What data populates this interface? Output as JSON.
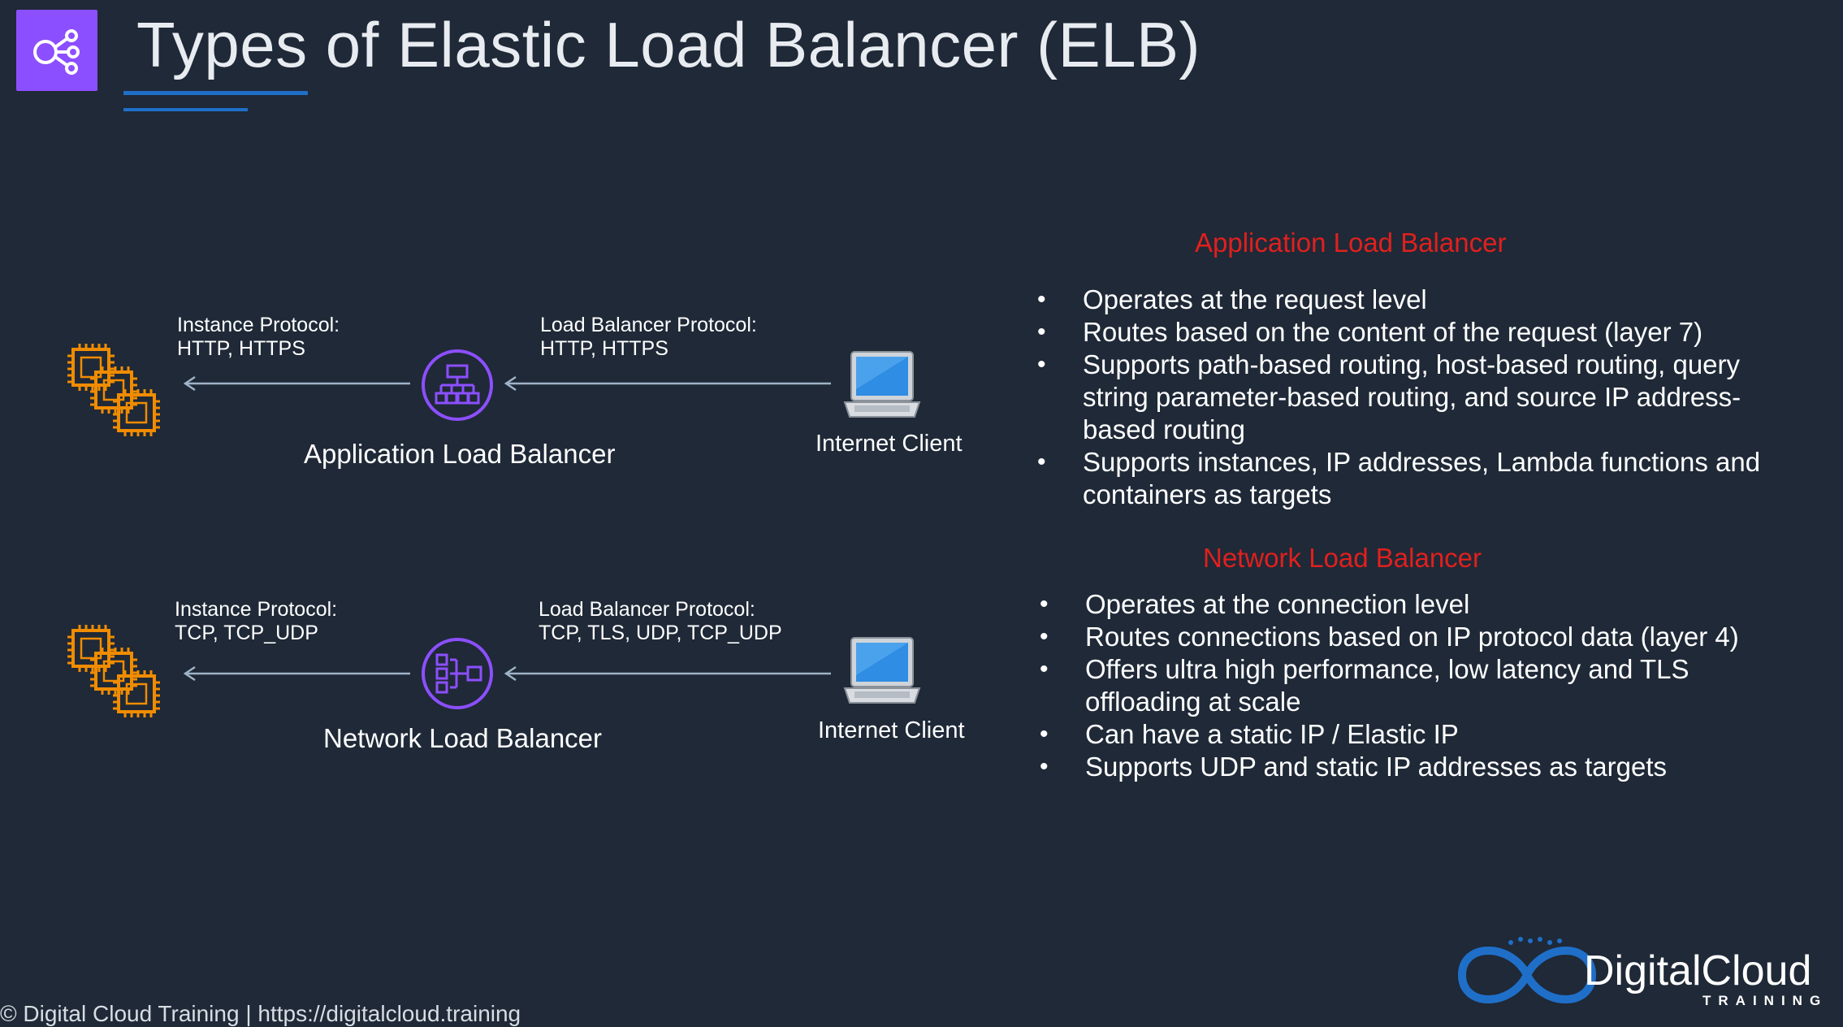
{
  "header": {
    "title": "Types of Elastic Load Balancer (ELB)",
    "logo_icon": "elb-icon",
    "accent_color": "#8c4fff",
    "underline_color": "#1f6fc9"
  },
  "diagram": {
    "alb_row": {
      "instance_protocol_label": "Instance Protocol:",
      "instance_protocol_value": "HTTP, HTTPS",
      "lb_protocol_label": "Load Balancer Protocol:",
      "lb_protocol_value": "HTTP, HTTPS",
      "balancer_caption": "Application Load Balancer",
      "client_caption": "Internet Client",
      "targets_icon": "ec2-instances-icon",
      "balancer_icon": "application-load-balancer-icon",
      "client_icon": "laptop-icon"
    },
    "nlb_row": {
      "instance_protocol_label": "Instance Protocol:",
      "instance_protocol_value": "TCP, TCP_UDP",
      "lb_protocol_label": "Load Balancer Protocol:",
      "lb_protocol_value": "TCP, TLS, UDP, TCP_UDP",
      "balancer_caption": "Network Load Balancer",
      "client_caption": "Internet Client",
      "targets_icon": "ec2-instances-icon",
      "balancer_icon": "network-load-balancer-icon",
      "client_icon": "laptop-icon"
    },
    "colors": {
      "ec2": "#f08c00",
      "balancer": "#8c4fff",
      "arrow": "#9fb3c8"
    }
  },
  "alb_section": {
    "title": "Application Load Balancer",
    "bullets": [
      "Operates at the request level",
      "Routes based on the content of the request (layer 7)",
      "Supports path-based routing, host-based routing, query string parameter-based routing, and source IP address-based routing",
      "Supports instances, IP addresses, Lambda functions and containers as targets"
    ]
  },
  "nlb_section": {
    "title": "Network Load Balancer",
    "bullets": [
      "Operates at the connection level",
      "Routes connections based on IP protocol data (layer 4)",
      "Offers ultra high performance, low latency and TLS offloading at scale",
      "Can have a static IP / Elastic IP",
      "Supports UDP and static IP addresses as targets"
    ]
  },
  "section_title_color": "#e0201e",
  "bullet_char": "•",
  "footer": {
    "copyright": "© Digital Cloud Training | https://digitalcloud.training"
  },
  "brand": {
    "name": "DigitalCloud",
    "sub": "TRAINING",
    "logo_icon": "infinity-logo-icon"
  }
}
